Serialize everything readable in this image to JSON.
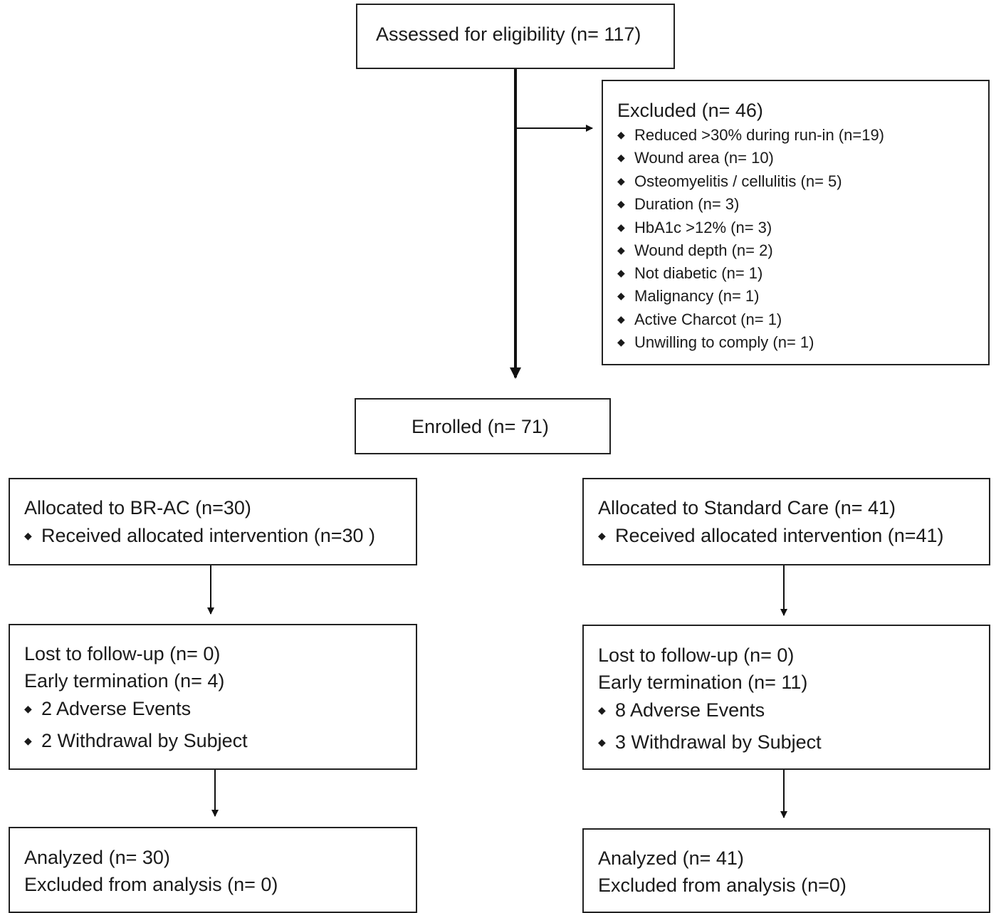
{
  "assessed": {
    "text": "Assessed for eligibility (n= 117)"
  },
  "excluded": {
    "title": "Excluded  (n= 46)",
    "items": [
      "Reduced >30% during run-in (n=19)",
      "Wound area (n= 10)",
      "Osteomyelitis / cellulitis (n= 5)",
      "Duration (n= 3)",
      "HbA1c >12% (n= 3)",
      "Wound depth (n= 2)",
      "Not diabetic (n= 1)",
      "Malignancy (n= 1)",
      "Active Charcot (n= 1)",
      "Unwilling to comply (n= 1)"
    ]
  },
  "enrolled": {
    "text": "Enrolled (n= 71)"
  },
  "left": {
    "allocation": {
      "title": "Allocated to BR-AC (n=30)",
      "item": "Received allocated intervention (n=30 )"
    },
    "followup": {
      "lost": "Lost to follow-up (n= 0)",
      "early": "Early termination (n= 4)",
      "items": [
        "2 Adverse Events",
        "2 Withdrawal by Subject"
      ]
    },
    "analysis": {
      "analyzed": "Analyzed  (n= 30)",
      "excluded": "Excluded from analysis (n= 0)"
    }
  },
  "right": {
    "allocation": {
      "title": "Allocated to Standard Care (n= 41)",
      "item": "Received allocated intervention (n=41)"
    },
    "followup": {
      "lost": "Lost to follow-up (n= 0)",
      "early": "Early termination (n= 11)",
      "items": [
        "8 Adverse Events",
        "3 Withdrawal by Subject"
      ]
    },
    "analysis": {
      "analyzed": "Analyzed  (n= 41)",
      "excluded": "Excluded from analysis (n=0)"
    }
  },
  "bullet_symbol": "◆"
}
